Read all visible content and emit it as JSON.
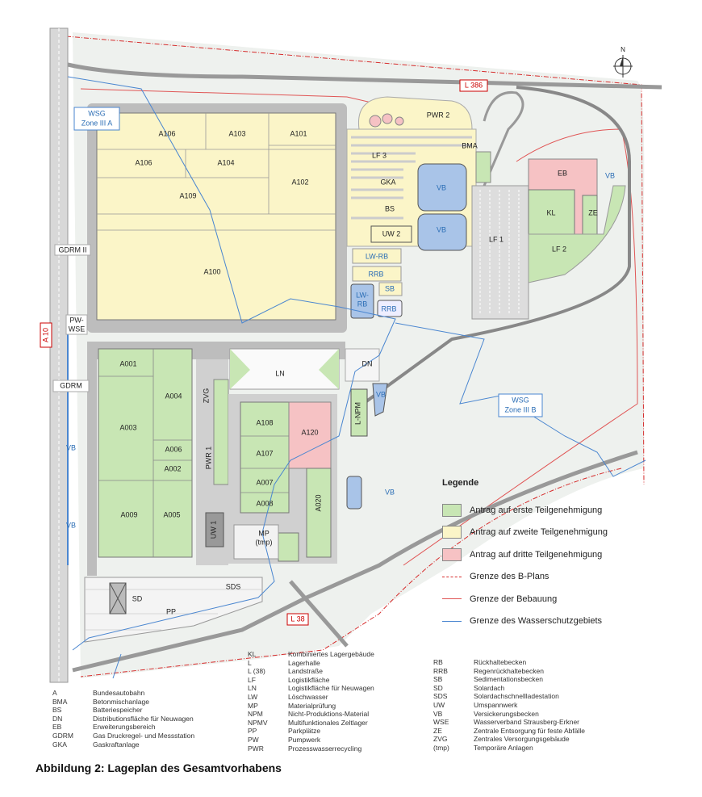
{
  "map": {
    "labels": [
      "A106",
      "A103",
      "A101",
      "A106",
      "A104",
      "A102",
      "A109",
      "A100",
      "PWR 2",
      "BMA",
      "LF 3",
      "GKA",
      "BS",
      "UW 2",
      "VB",
      "VB",
      "LF 1",
      "EB",
      "VB",
      "KL",
      "ZE",
      "LF 2",
      "LW-RB",
      "RRB",
      "SB",
      "LW-",
      "RB",
      "RRB",
      "GDRM II",
      "PW-",
      "WSE",
      "A 10",
      "WSG",
      "Zone III A",
      "L 386",
      "DN",
      "LN",
      "A001",
      "A004",
      "A003",
      "A006",
      "A002",
      "A009",
      "A005",
      "ZVG",
      "PWR 1",
      "UW 1",
      "A108",
      "A120",
      "A107",
      "A007",
      "A008",
      "A020",
      "MP",
      "(tmp)",
      "L-NPM",
      "VB",
      "GDRM",
      "VB",
      "VB",
      "VB",
      "WSG",
      "Zone III B",
      "SD",
      "PP",
      "SDS",
      "L 38",
      "N"
    ],
    "colors": {
      "first": "#c8e6b4",
      "second": "#fbf5c8",
      "third": "#f6c2c4",
      "road": "#a9a9a9",
      "bplan": "#d62c2c",
      "water": "#4a86d0",
      "basin": "#a9c4e8"
    }
  },
  "legend": {
    "title": "Legende",
    "items": [
      {
        "label": "Antrag auf erste Teilgenehmigung",
        "color": "#c8e6b4"
      },
      {
        "label": "Antrag auf zweite Teilgenehmigung",
        "color": "#fbf5c8"
      },
      {
        "label": "Antrag auf dritte Teilgenehmigung",
        "color": "#f6c2c4"
      },
      {
        "label": "Grenze des B-Plans"
      },
      {
        "label": "Grenze der Bebauung"
      },
      {
        "label": "Grenze des Wasserschutzgebiets"
      }
    ]
  },
  "abbreviations": {
    "col1": [
      [
        "A",
        "Bundesautobahn"
      ],
      [
        "BMA",
        "Betonmischanlage"
      ],
      [
        "BS",
        "Batteriespeicher"
      ],
      [
        "DN",
        "Distributionsfläche für Neuwagen"
      ],
      [
        "EB",
        "Erweiterungsbereich"
      ],
      [
        "GDRM",
        "Gas Druckregel- und Messstation"
      ],
      [
        "GKA",
        "Gaskraftanlage"
      ]
    ],
    "col2": [
      [
        "KL",
        "Kombiniertes Lagergebäude"
      ],
      [
        "L",
        "Lagerhalle"
      ],
      [
        "L (38)",
        "Landstraße"
      ],
      [
        "LF",
        "Logistikfläche"
      ],
      [
        "LN",
        "Logistikfläche für Neuwagen"
      ],
      [
        "LW",
        "Löschwasser"
      ],
      [
        "MP",
        "Materialprüfung"
      ],
      [
        "NPM",
        "Nicht-Produktions-Material"
      ],
      [
        "NPMV",
        "Multifunktionales Zeltlager"
      ],
      [
        "PP",
        "Parkplätze"
      ],
      [
        "PW",
        "Pumpwerk"
      ],
      [
        "PWR",
        "Prozesswasserrecycling"
      ]
    ],
    "col3": [
      [
        "RB",
        "Rückhaltebecken"
      ],
      [
        "RRB",
        "Regenrückhaltebecken"
      ],
      [
        "SB",
        "Sedimentationsbecken"
      ],
      [
        "SD",
        "Solardach"
      ],
      [
        "SDS",
        "Solardachschnellladestation"
      ],
      [
        "UW",
        "Umspannwerk"
      ],
      [
        "VB",
        "Versickerungsbecken"
      ],
      [
        "WSE",
        "Wasserverband Strausberg-Erkner"
      ],
      [
        "ZE",
        "Zentrale Entsorgung für feste Abfälle"
      ],
      [
        "ZVG",
        "Zentrales Versorgungsgebäude"
      ],
      [
        "(tmp)",
        "Temporäre Anlagen"
      ]
    ]
  },
  "caption": "Abbildung 2: Lageplan des Gesamtvorhabens"
}
